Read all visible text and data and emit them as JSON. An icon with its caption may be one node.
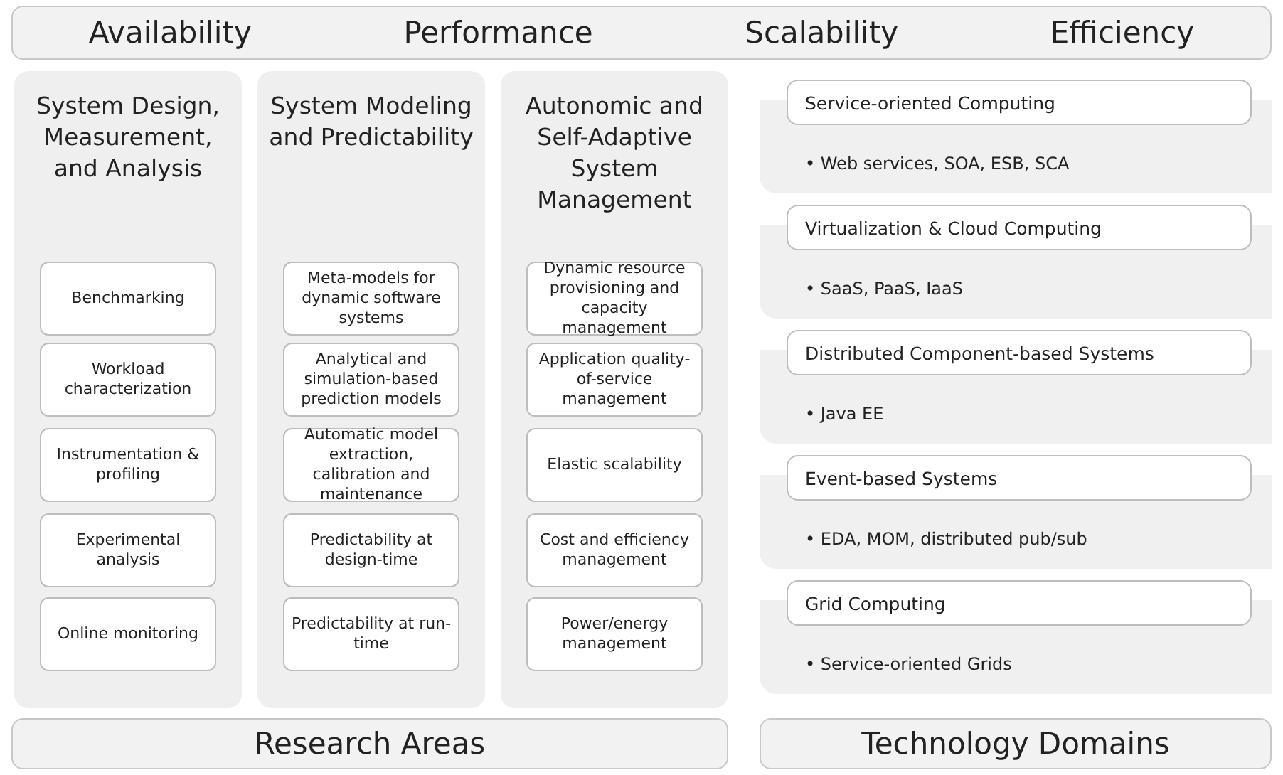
{
  "diagram": {
    "nodes": [
      {
        "text": [
          "Availability",
          "Performance",
          "Scalability",
          "Efficiency"
        ]
      },
      {
        "text": [
          "System Design, Measurement, and Analysis"
        ]
      },
      {
        "text": [
          "Benchmarking"
        ],
        "in": 1
      },
      {
        "text": [
          "Workload characterization"
        ],
        "in": 1
      },
      {
        "text": [
          "Instrumentation & profiling"
        ],
        "in": 1
      },
      {
        "text": [
          "Experimental analysis"
        ],
        "in": 1
      },
      {
        "text": [
          "Online monitoring"
        ],
        "in": 1
      },
      {
        "text": [
          "System Modeling and Predictability"
        ]
      },
      {
        "text": [
          "Meta-models for dynamic software systems"
        ],
        "in": 7
      },
      {
        "text": [
          "Analytical and simulation-based prediction models"
        ],
        "in": 7
      },
      {
        "text": [
          "Automatic model extraction, calibration and maintenance"
        ],
        "in": 7
      },
      {
        "text": [
          "Predictability at design-time"
        ],
        "in": 7
      },
      {
        "text": [
          "Predictability at run-time"
        ],
        "in": 7
      },
      {
        "text": [
          "Autonomic and Self-Adaptive System Management"
        ]
      },
      {
        "text": [
          "Dynamic resource provisioning and capacity management"
        ],
        "in": 13
      },
      {
        "text": [
          "Application quality-of-service management"
        ],
        "in": 13
      },
      {
        "text": [
          "Elastic scalability"
        ],
        "in": 13
      },
      {
        "text": [
          "Cost and efficiency management"
        ],
        "in": 13
      },
      {
        "text": [
          "Power/energy management"
        ],
        "in": 13
      },
      {
        "text": [
          "Service-oriented Computing",
          "• Web services, SOA, ESB, SCA"
        ]
      },
      {
        "text": [
          "Virtualization & Cloud Computing",
          "• SaaS, PaaS, IaaS"
        ]
      },
      {
        "text": [
          "Distributed Component-based Systems",
          "• Java EE"
        ]
      },
      {
        "text": [
          "Event-based Systems",
          "• EDA, MOM, distributed pub/sub"
        ]
      },
      {
        "text": [
          "Grid Computing",
          "• Service-oriented Grids"
        ]
      },
      {
        "text": [
          "Research Areas"
        ]
      },
      {
        "text": [
          "Technology Domains"
        ]
      }
    ]
  }
}
